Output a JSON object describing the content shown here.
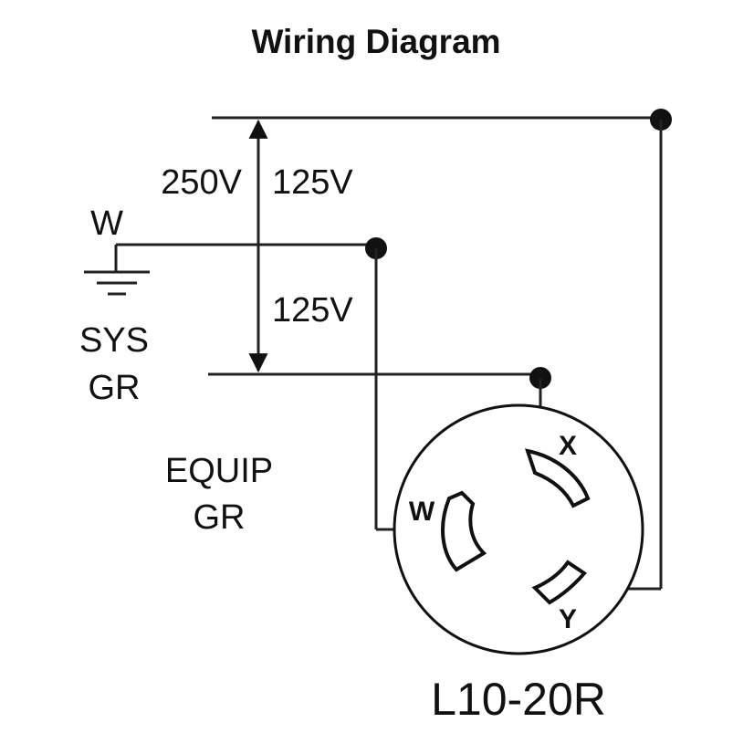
{
  "title": "Wiring Diagram",
  "voltage": {
    "total": "250V",
    "upper_leg": "125V",
    "lower_leg": "125V"
  },
  "system_ground": {
    "wire_label": "W",
    "label_line1": "SYS",
    "label_line2": "GR"
  },
  "equipment_ground": {
    "label_line1": "EQUIP",
    "label_line2": "GR"
  },
  "receptacle": {
    "model": "L10-20R",
    "terminals": {
      "w": "W",
      "x": "X",
      "y": "Y"
    }
  },
  "colors": {
    "line": "#222222",
    "background": "#ffffff"
  }
}
